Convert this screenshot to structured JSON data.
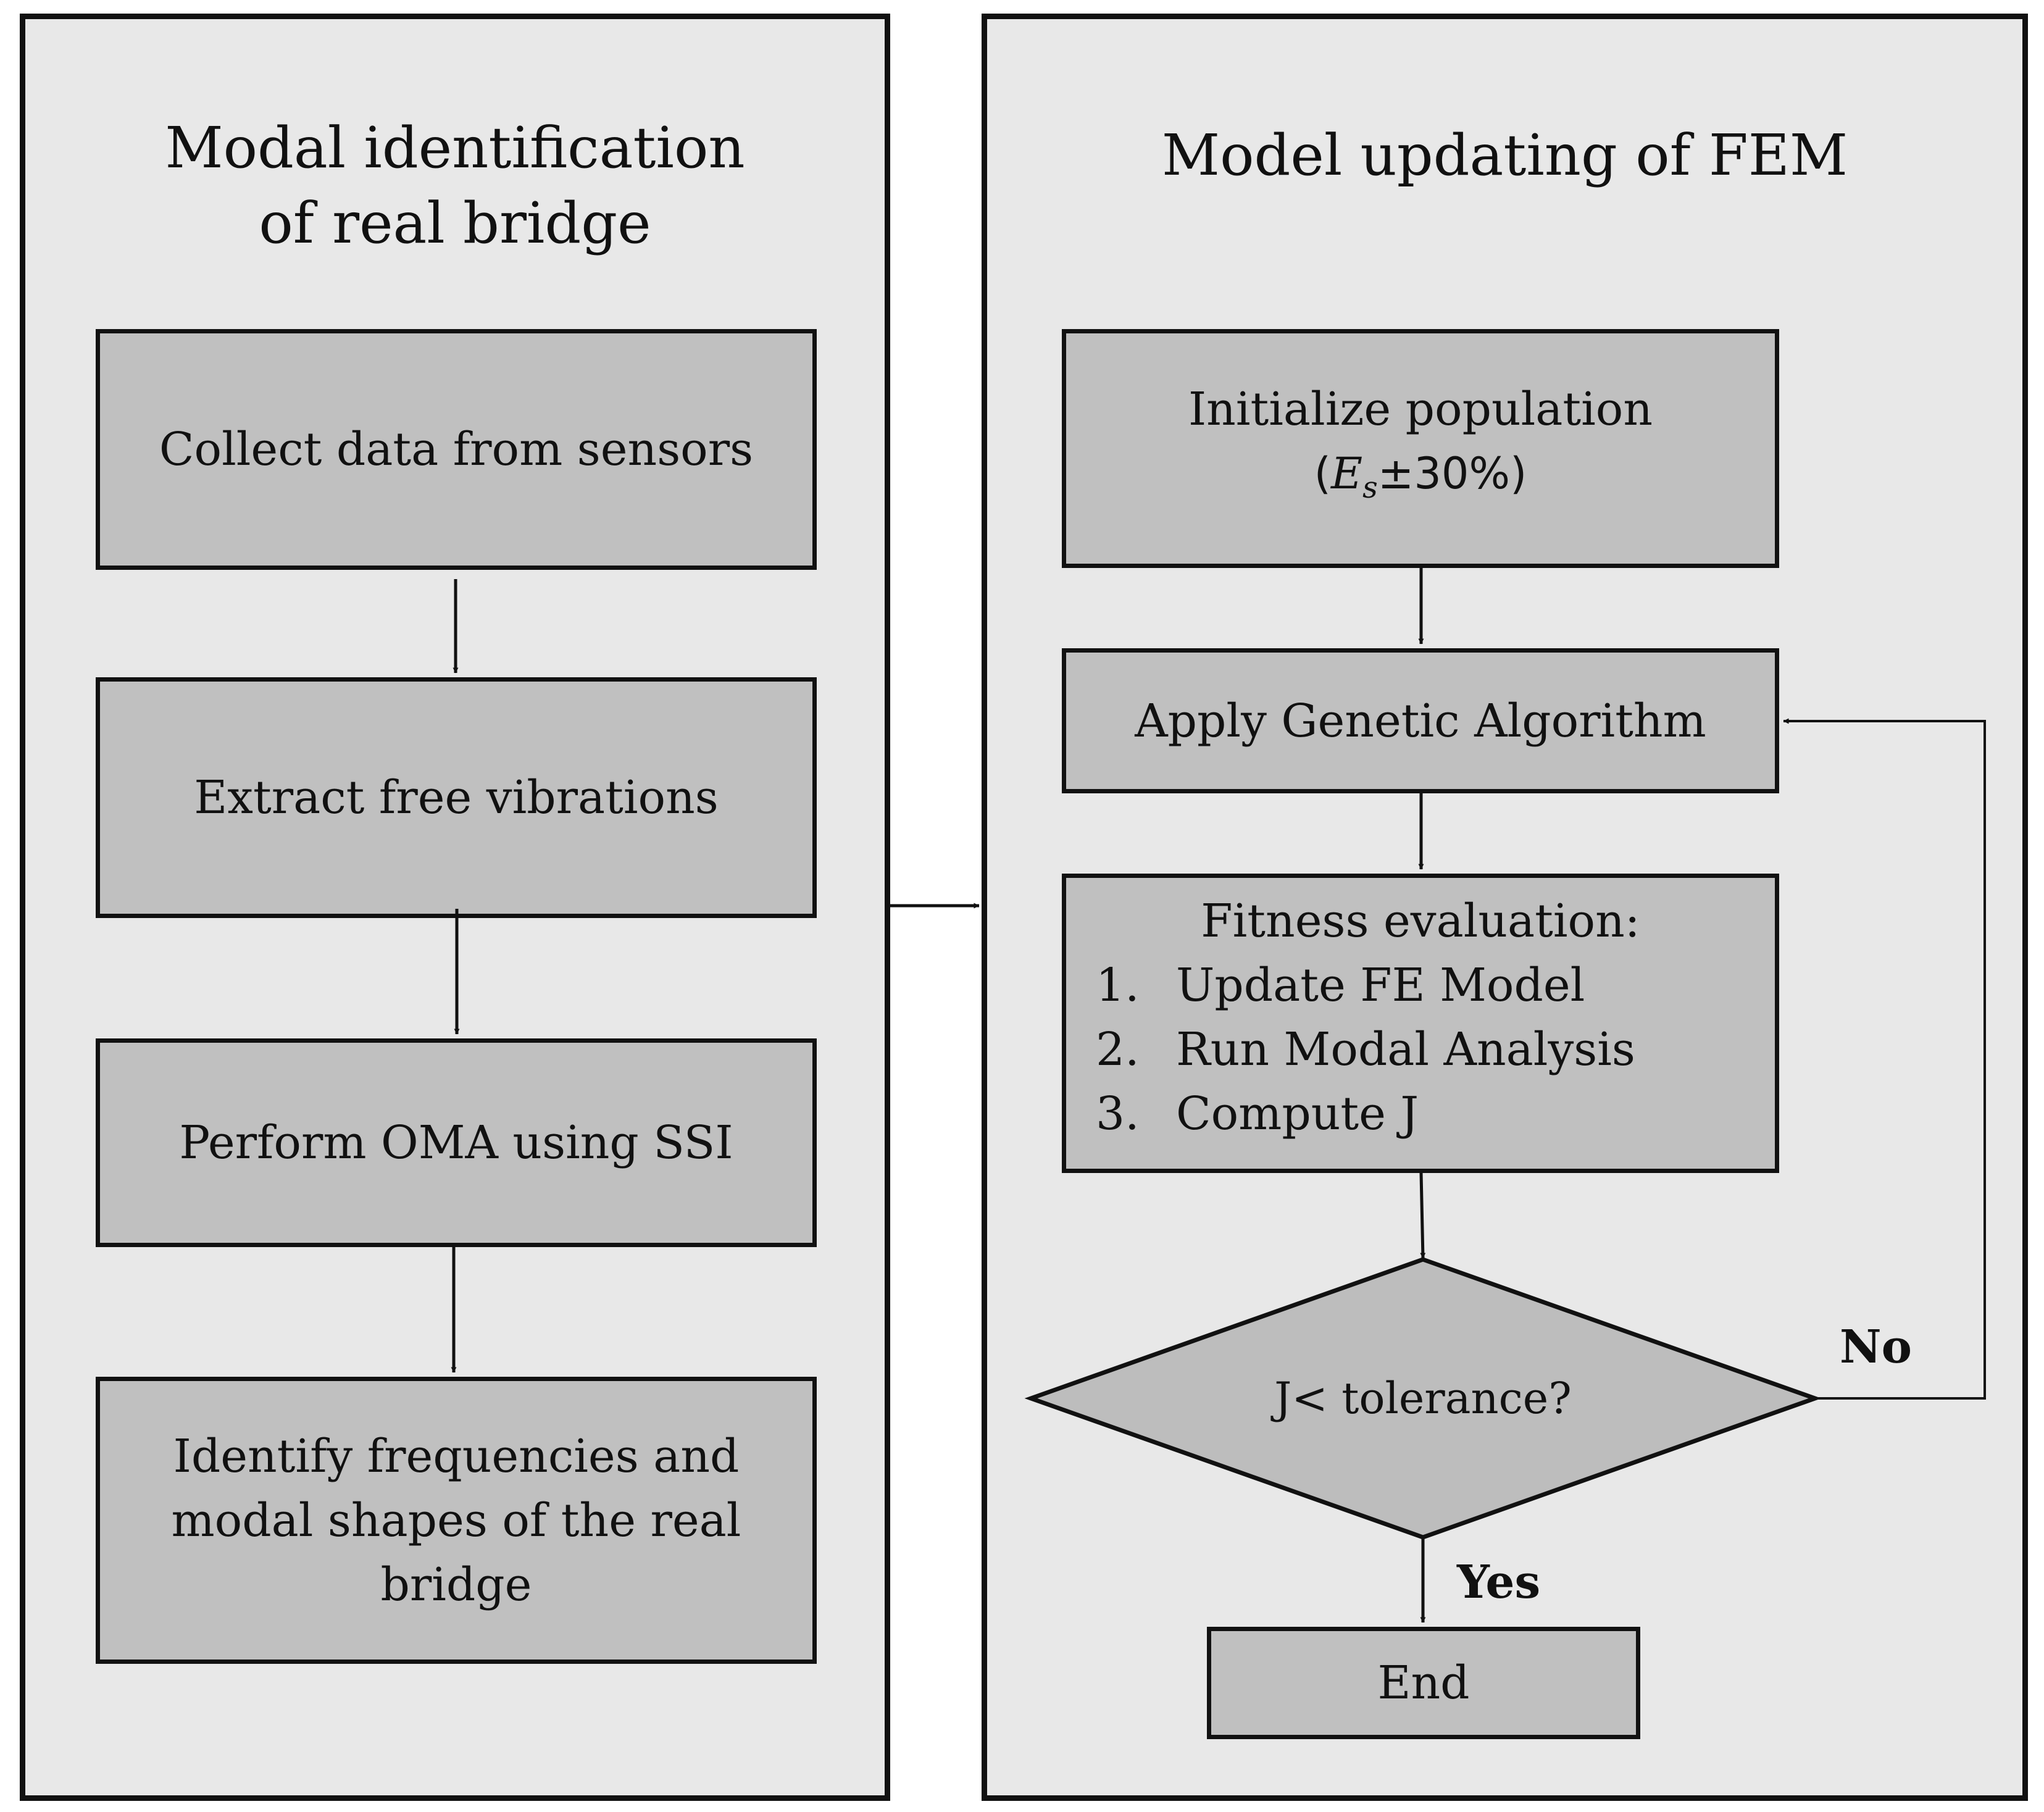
{
  "left_panel": {
    "title_line1": "Modal identification",
    "title_line2": "of real bridge",
    "steps": [
      {
        "lines": [
          "Collect data from sensors"
        ]
      },
      {
        "lines": [
          "Extract free vibrations"
        ]
      },
      {
        "lines": [
          "Perform OMA using SSI"
        ]
      },
      {
        "lines": [
          "Identify frequencies and",
          "modal shapes of the real",
          "bridge"
        ]
      }
    ]
  },
  "right_panel": {
    "title": "Model updating of FEM",
    "init": {
      "line1": "Initialize population",
      "open": "(",
      "var": "E",
      "sub": "s",
      "rest": "±30%)"
    },
    "ga": "Apply Genetic Algorithm",
    "fitness": {
      "heading": "Fitness evaluation:",
      "items": [
        {
          "num": "1.",
          "text": "Update FE Model"
        },
        {
          "num": "2.",
          "text": "Run Modal Analysis"
        },
        {
          "num": "3.",
          "text": "Compute J"
        }
      ]
    },
    "decision": "J< tolerance?",
    "no_label": "No",
    "yes_label": "Yes",
    "end": "End"
  }
}
